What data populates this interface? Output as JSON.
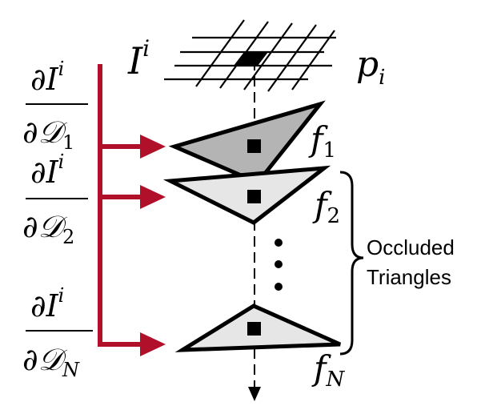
{
  "pixel_label": {
    "base": "I",
    "sup": "i"
  },
  "point_label": {
    "base": "p",
    "sub": "i"
  },
  "derivatives": [
    {
      "partial": "∂",
      "num_base": "I",
      "num_sup": "i",
      "den_base": "𝒟",
      "den_sub": "1"
    },
    {
      "partial": "∂",
      "num_base": "I",
      "num_sup": "i",
      "den_base": "𝒟",
      "den_sub": "2"
    },
    {
      "partial": "∂",
      "num_base": "I",
      "num_sup": "i",
      "den_base": "𝒟",
      "den_sub": "N"
    }
  ],
  "faces": [
    {
      "base": "f",
      "sub": "1"
    },
    {
      "base": "f",
      "sub": "2"
    },
    {
      "base": "f",
      "sub": "N"
    }
  ],
  "brace_label": {
    "line1": "Occluded",
    "line2": "Triangles"
  },
  "colors": {
    "arrow": "#b0102a",
    "face1_fill": "#b4b4b4",
    "face_fill": "#e6e6e6",
    "stroke": "#000000"
  }
}
